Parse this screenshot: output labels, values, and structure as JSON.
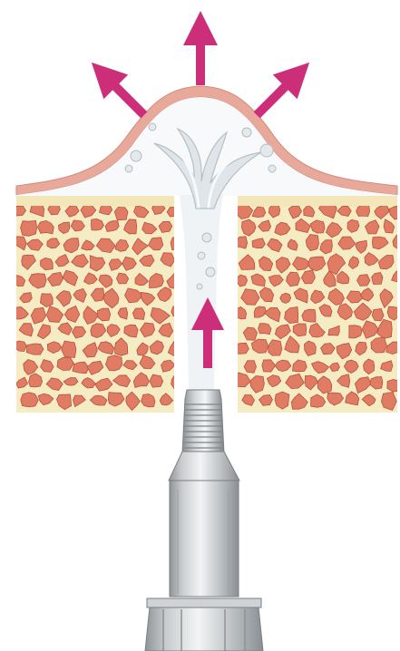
{
  "diagram": {
    "colors": {
      "arrow": "#cc2e7a",
      "bone_base": "#f6ecc4",
      "bone_cell": "#e07b64",
      "bone_cell_stroke": "#b8503e",
      "membrane": "#e9a99a",
      "fluid": "#e8eef1",
      "instrument": "#d7dadc"
    },
    "arrows": [
      {
        "direction": "up"
      },
      {
        "direction": "up-left"
      },
      {
        "direction": "up-right"
      },
      {
        "direction": "up-inside-channel"
      }
    ]
  }
}
